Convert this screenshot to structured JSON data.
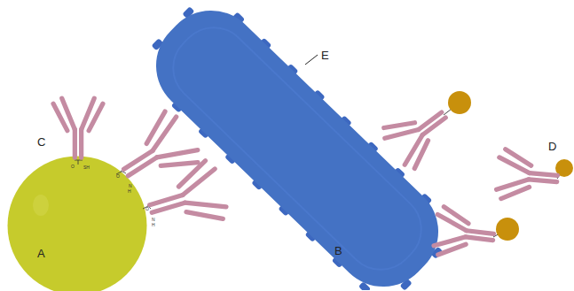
{
  "diagram": {
    "nodes": [
      {
        "text": [
          "A"
        ]
      },
      {
        "text": [
          "B"
        ]
      }
    ],
    "labels": [
      "C",
      "D",
      "E",
      "O",
      "SH",
      "O",
      "N",
      "H",
      "O",
      "N",
      "H"
    ]
  }
}
